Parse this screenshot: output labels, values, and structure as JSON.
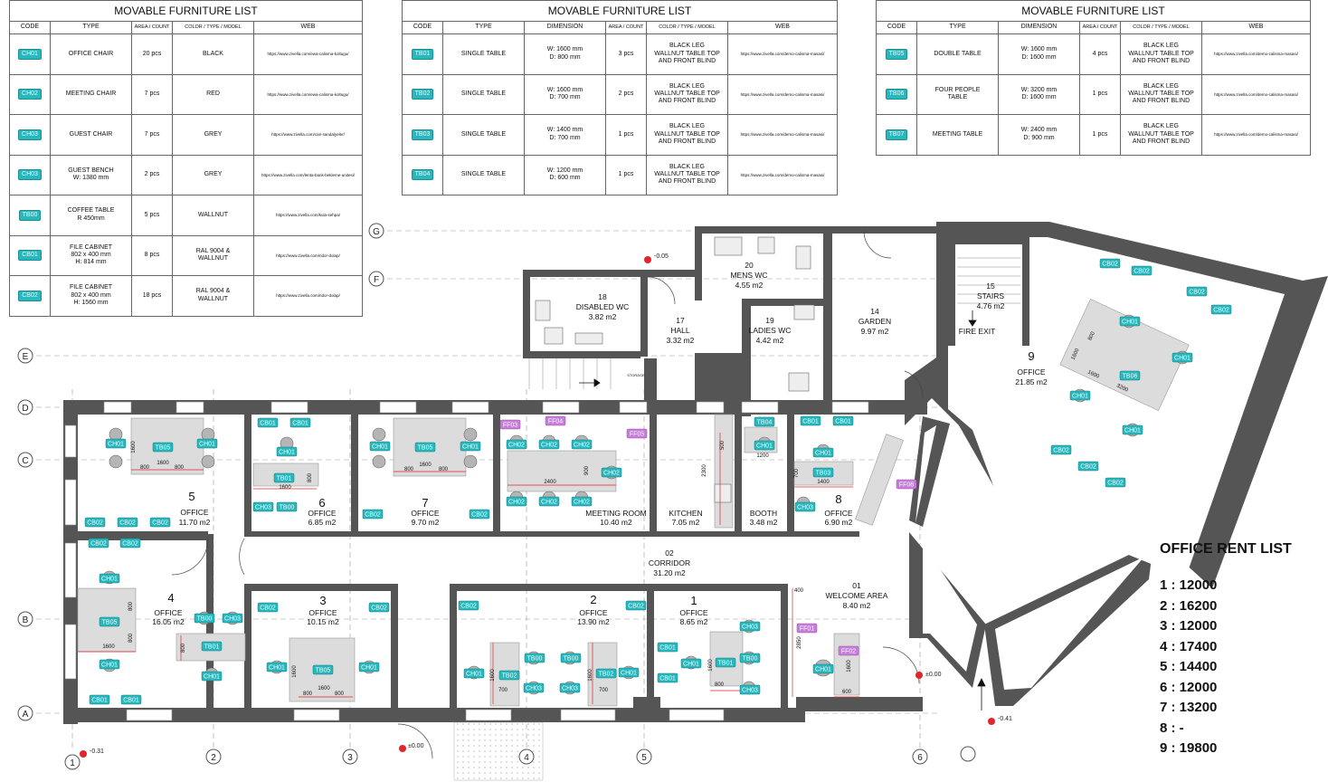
{
  "furniture_list_title": "MOVABLE FURNITURE LIST",
  "table1": {
    "headers": [
      "CODE",
      "TYPE",
      "AREA / COUNT",
      "COLOR / TYPE / MODEL",
      "WEB"
    ],
    "rows": [
      {
        "code": "CH01",
        "type": "OFFICE CHAIR",
        "count": "20 pcs",
        "color": "BLACK",
        "web": "https://www.zivella.com/ewa-calisma-koltugu/"
      },
      {
        "code": "CH02",
        "type": "MEETING CHAIR",
        "count": "7 pcs",
        "color": "RED",
        "web": "https://www.zivella.com/ewa-calisma-koltugu/"
      },
      {
        "code": "CH03",
        "type": "GUEST CHAIR",
        "count": "7 pcs",
        "color": "GREY",
        "web": "https://www.zivella.com/cari-sandalyeler/"
      },
      {
        "code": "CH03",
        "type": "GUEST BENCH\nW: 1380 mm",
        "count": "2 pcs",
        "color": "GREY",
        "web": "https://www.zivella.com/lenta-bank-bekleme-unitesi/"
      },
      {
        "code": "TB00",
        "type": "COFFEE TABLE\nR 450mm",
        "count": "5 pcs",
        "color": "WALLNUT",
        "web": "https://www.zivella.com/kula-sehpa/"
      },
      {
        "code": "CB01",
        "type": "FILE CABINET\n802 x 400 mm\nH: 814 mm",
        "count": "8 pcs",
        "color": "RAL 9004 &\nWALLNUT",
        "web": "https://www.zivella.com/ridor-dolap/"
      },
      {
        "code": "CB02",
        "type": "FILE CABINET\n802 x 400 mm\nH: 1560 mm",
        "count": "18 pcs",
        "color": "RAL 9004 &\nWALLNUT",
        "web": "https://www.zivella.com/ridor-dolap/"
      }
    ]
  },
  "table2": {
    "headers": [
      "CODE",
      "TYPE",
      "DIMENSION",
      "AREA / COUNT",
      "COLOR / TYPE / MODEL",
      "WEB"
    ],
    "rows": [
      {
        "code": "TB01",
        "type": "SINGLE TABLE",
        "dim": "W:  1600 mm\nD:    800 mm",
        "count": "3 pcs",
        "color": "BLACK LEG\nWALLNUT TABLE TOP\nAND FRONT BLIND",
        "web": "https://www.zivella.com/demo-calisma-masasi/"
      },
      {
        "code": "TB02",
        "type": "SINGLE TABLE",
        "dim": "W:  1600 mm\nD:    700 mm",
        "count": "2 pcs",
        "color": "BLACK LEG\nWALLNUT TABLE TOP\nAND FRONT BLIND",
        "web": "https://www.zivella.com/demo-calisma-masasi/"
      },
      {
        "code": "TB03",
        "type": "SINGLE TABLE",
        "dim": "W:  1400 mm\nD:    700 mm",
        "count": "1 pcs",
        "color": "BLACK LEG\nWALLNUT TABLE TOP\nAND FRONT BLIND",
        "web": "https://www.zivella.com/demo-calisma-masasi/"
      },
      {
        "code": "TB04",
        "type": "SINGLE TABLE",
        "dim": "W:  1200 mm\nD:    600 mm",
        "count": "1 pcs",
        "color": "BLACK LEG\nWALLNUT TABLE TOP\nAND FRONT BLIND",
        "web": "https://www.zivella.com/demo-calisma-masasi/"
      }
    ]
  },
  "table3": {
    "headers": [
      "CODE",
      "TYPE",
      "DIMENSION",
      "AREA / COUNT",
      "COLOR / TYPE / MODEL",
      "WEB"
    ],
    "rows": [
      {
        "code": "TB05",
        "type": "DOUBLE TABLE",
        "dim": "W:  1600 mm\nD:  1600 mm",
        "count": "4 pcs",
        "color": "BLACK LEG\nWALLNUT TABLE TOP\nAND FRONT BLIND",
        "web": "https://www.zivella.com/demo-calisma-masasi/"
      },
      {
        "code": "TB06",
        "type": "FOUR PEOPLE\nTABLE",
        "dim": "W:  3200 mm\nD:  1600 mm",
        "count": "1 pcs",
        "color": "BLACK LEG\nWALLNUT TABLE TOP\nAND FRONT BLIND",
        "web": "https://www.zivella.com/demo-calisma-masasi/"
      },
      {
        "code": "TB07",
        "type": "MEETING TABLE",
        "dim": "W:  2400 mm\nD:    900 mm",
        "count": "1 pcs",
        "color": "BLACK LEG\nWALLNUT TABLE TOP\nAND FRONT BLIND",
        "web": "https://www.zivella.com/demo-calisma-masasi/"
      }
    ]
  },
  "grid": {
    "rows": [
      "G",
      "F",
      "E",
      "D",
      "C",
      "B",
      "A"
    ],
    "cols": [
      "1",
      "2",
      "3",
      "4",
      "5",
      "6"
    ]
  },
  "rooms": [
    {
      "num": "5",
      "name": "OFFICE",
      "area": "11.70 m2"
    },
    {
      "num": "6",
      "name": "OFFICE",
      "area": "6.85 m2"
    },
    {
      "num": "7",
      "name": "OFFICE",
      "area": "9.70 m2"
    },
    {
      "name": "MEETING ROOM",
      "area": "10.40 m2"
    },
    {
      "name": "KITCHEN",
      "area": "7.05 m2"
    },
    {
      "name": "BOOTH",
      "area": "3.48 m2"
    },
    {
      "num": "8",
      "name": "OFFICE",
      "area": "6.90 m2"
    },
    {
      "num": "4",
      "name": "OFFICE",
      "area": "16.05 m2"
    },
    {
      "num": "3",
      "name": "OFFICE",
      "area": "10.15 m2"
    },
    {
      "num": "2",
      "name": "OFFICE",
      "area": "13.90 m2"
    },
    {
      "num": "1",
      "name": "OFFICE",
      "area": "8.65 m2"
    },
    {
      "num": "02",
      "name": "CORRIDOR",
      "area": "31.20 m2"
    },
    {
      "num": "01",
      "name": "WELCOME AREA",
      "area": "8.40 m2"
    },
    {
      "num": "18",
      "name": "DISABLED WC",
      "area": "3.82 m2"
    },
    {
      "num": "17",
      "name": "HALL",
      "area": "3.32 m2"
    },
    {
      "num": "20",
      "name": "MENS WC",
      "area": "4.55 m2"
    },
    {
      "num": "19",
      "name": "LADIES WC",
      "area": "4.42 m2"
    },
    {
      "num": "14",
      "name": "GARDEN",
      "area": "9.97 m2"
    },
    {
      "num": "15",
      "name": "STAIRS",
      "area": "4.76 m2"
    },
    {
      "num": "9",
      "name": "OFFICE",
      "area": "21.85 m2"
    }
  ],
  "labels": {
    "fire_exit": "FIRE EXIT",
    "storage": "STORAGE",
    "level_005": "-0.05",
    "level_031": "-0.31",
    "level_000a": "±0.00",
    "level_000b": "±0.00",
    "level_041": "-0.41"
  },
  "rent": {
    "title": "OFFICE RENT LIST",
    "items": [
      "1 : 12000",
      "2 : 16200",
      "3 : 12000",
      "4 : 17400",
      "5 : 14400",
      "6 : 12000",
      "7 : 13200",
      "8 : -",
      "9 : 19800"
    ]
  },
  "colors": {
    "wall": "#555555",
    "tag": "#27b7bd",
    "tag_pink": "#c77fd6",
    "dim": "#e0262a",
    "table_fill": "#dcdcdc"
  }
}
